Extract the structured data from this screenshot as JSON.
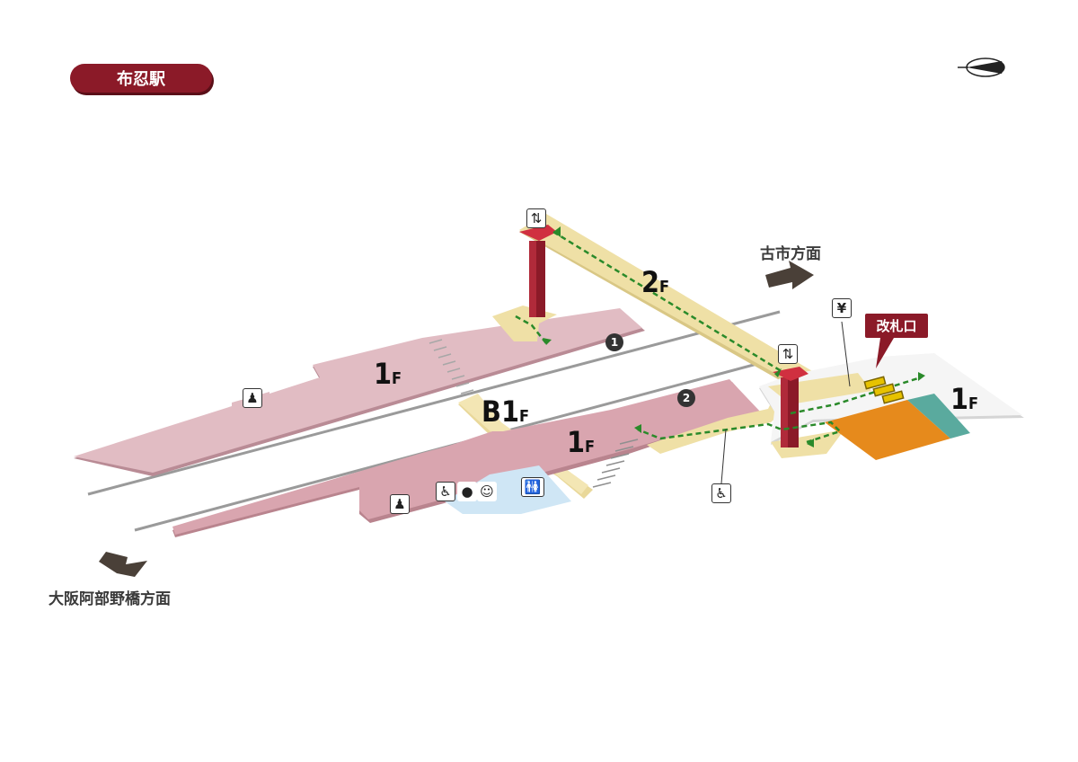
{
  "station": {
    "name": "布忍駅"
  },
  "directions": {
    "north": "古市方面",
    "south": "大阪阿部野橋方面"
  },
  "floors": {
    "upper_platform": "1",
    "lower_platform": "1",
    "basement": "B1",
    "bridge": "2",
    "concourse": "1",
    "suffix": "F"
  },
  "gate": {
    "label": "改札口"
  },
  "exits": {
    "one": "1",
    "two": "2"
  },
  "icons": {
    "compass": "compass-icon",
    "elevator": "elevator-icon",
    "ticket": "ticket-machine-icon",
    "ticket_symbol": "¥",
    "waiting": "waiting-area-icon",
    "wheelchair": "wheelchair-icon",
    "toilet": "toilet-icon",
    "ostomate": "ostomate-icon",
    "baby": "baby-care-icon",
    "slope": "wheelchair-slope-icon"
  },
  "colors": {
    "brand": "#8b1a28",
    "platform": "#d9aab3",
    "corridor": "#efe0a6",
    "concourse_floor": "#e68a1c",
    "teal_area": "#5aaa9e",
    "toilet_area": "#cfe6f5",
    "route": "#2a8a2a"
  }
}
